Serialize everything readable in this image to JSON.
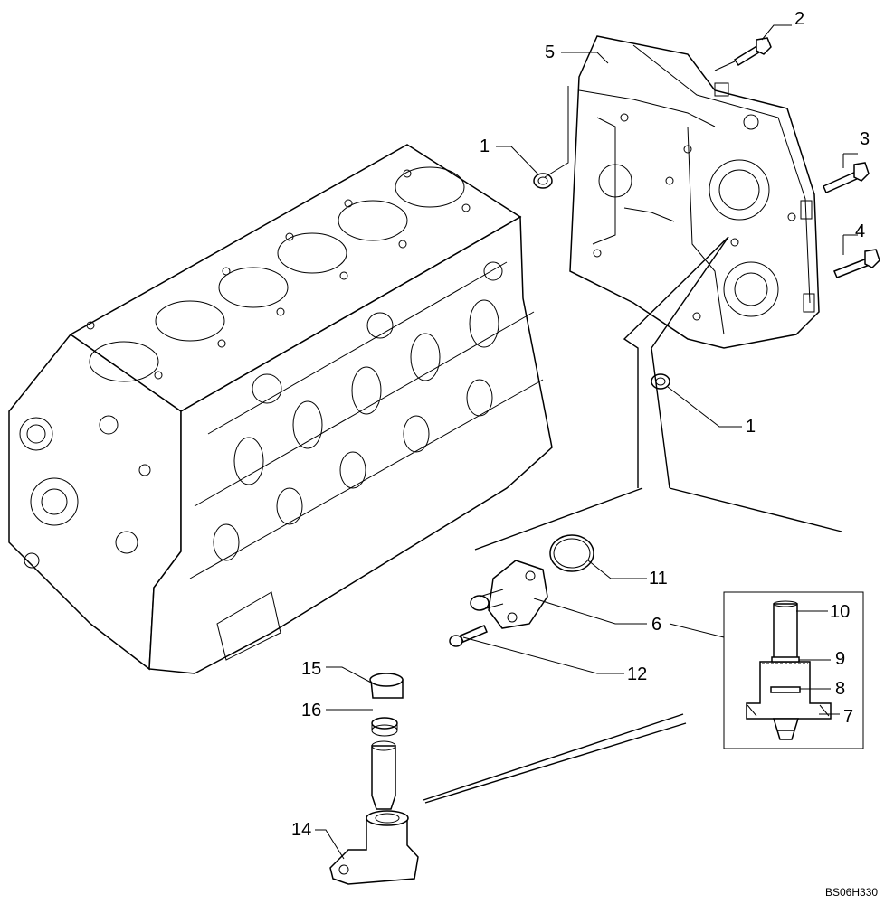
{
  "callouts": [
    {
      "id": "c2",
      "label": "2"
    },
    {
      "id": "c5",
      "label": "5"
    },
    {
      "id": "c1a",
      "label": "1"
    },
    {
      "id": "c3",
      "label": "3"
    },
    {
      "id": "c4",
      "label": "4"
    },
    {
      "id": "c1b",
      "label": "1"
    },
    {
      "id": "c11",
      "label": "11"
    },
    {
      "id": "c10",
      "label": "10"
    },
    {
      "id": "c6",
      "label": "6"
    },
    {
      "id": "c9",
      "label": "9"
    },
    {
      "id": "c12",
      "label": "12"
    },
    {
      "id": "c8",
      "label": "8"
    },
    {
      "id": "c15",
      "label": "15"
    },
    {
      "id": "c7",
      "label": "7"
    },
    {
      "id": "c16",
      "label": "16"
    },
    {
      "id": "c14",
      "label": "14"
    }
  ],
  "reference_code": "BS06H330"
}
